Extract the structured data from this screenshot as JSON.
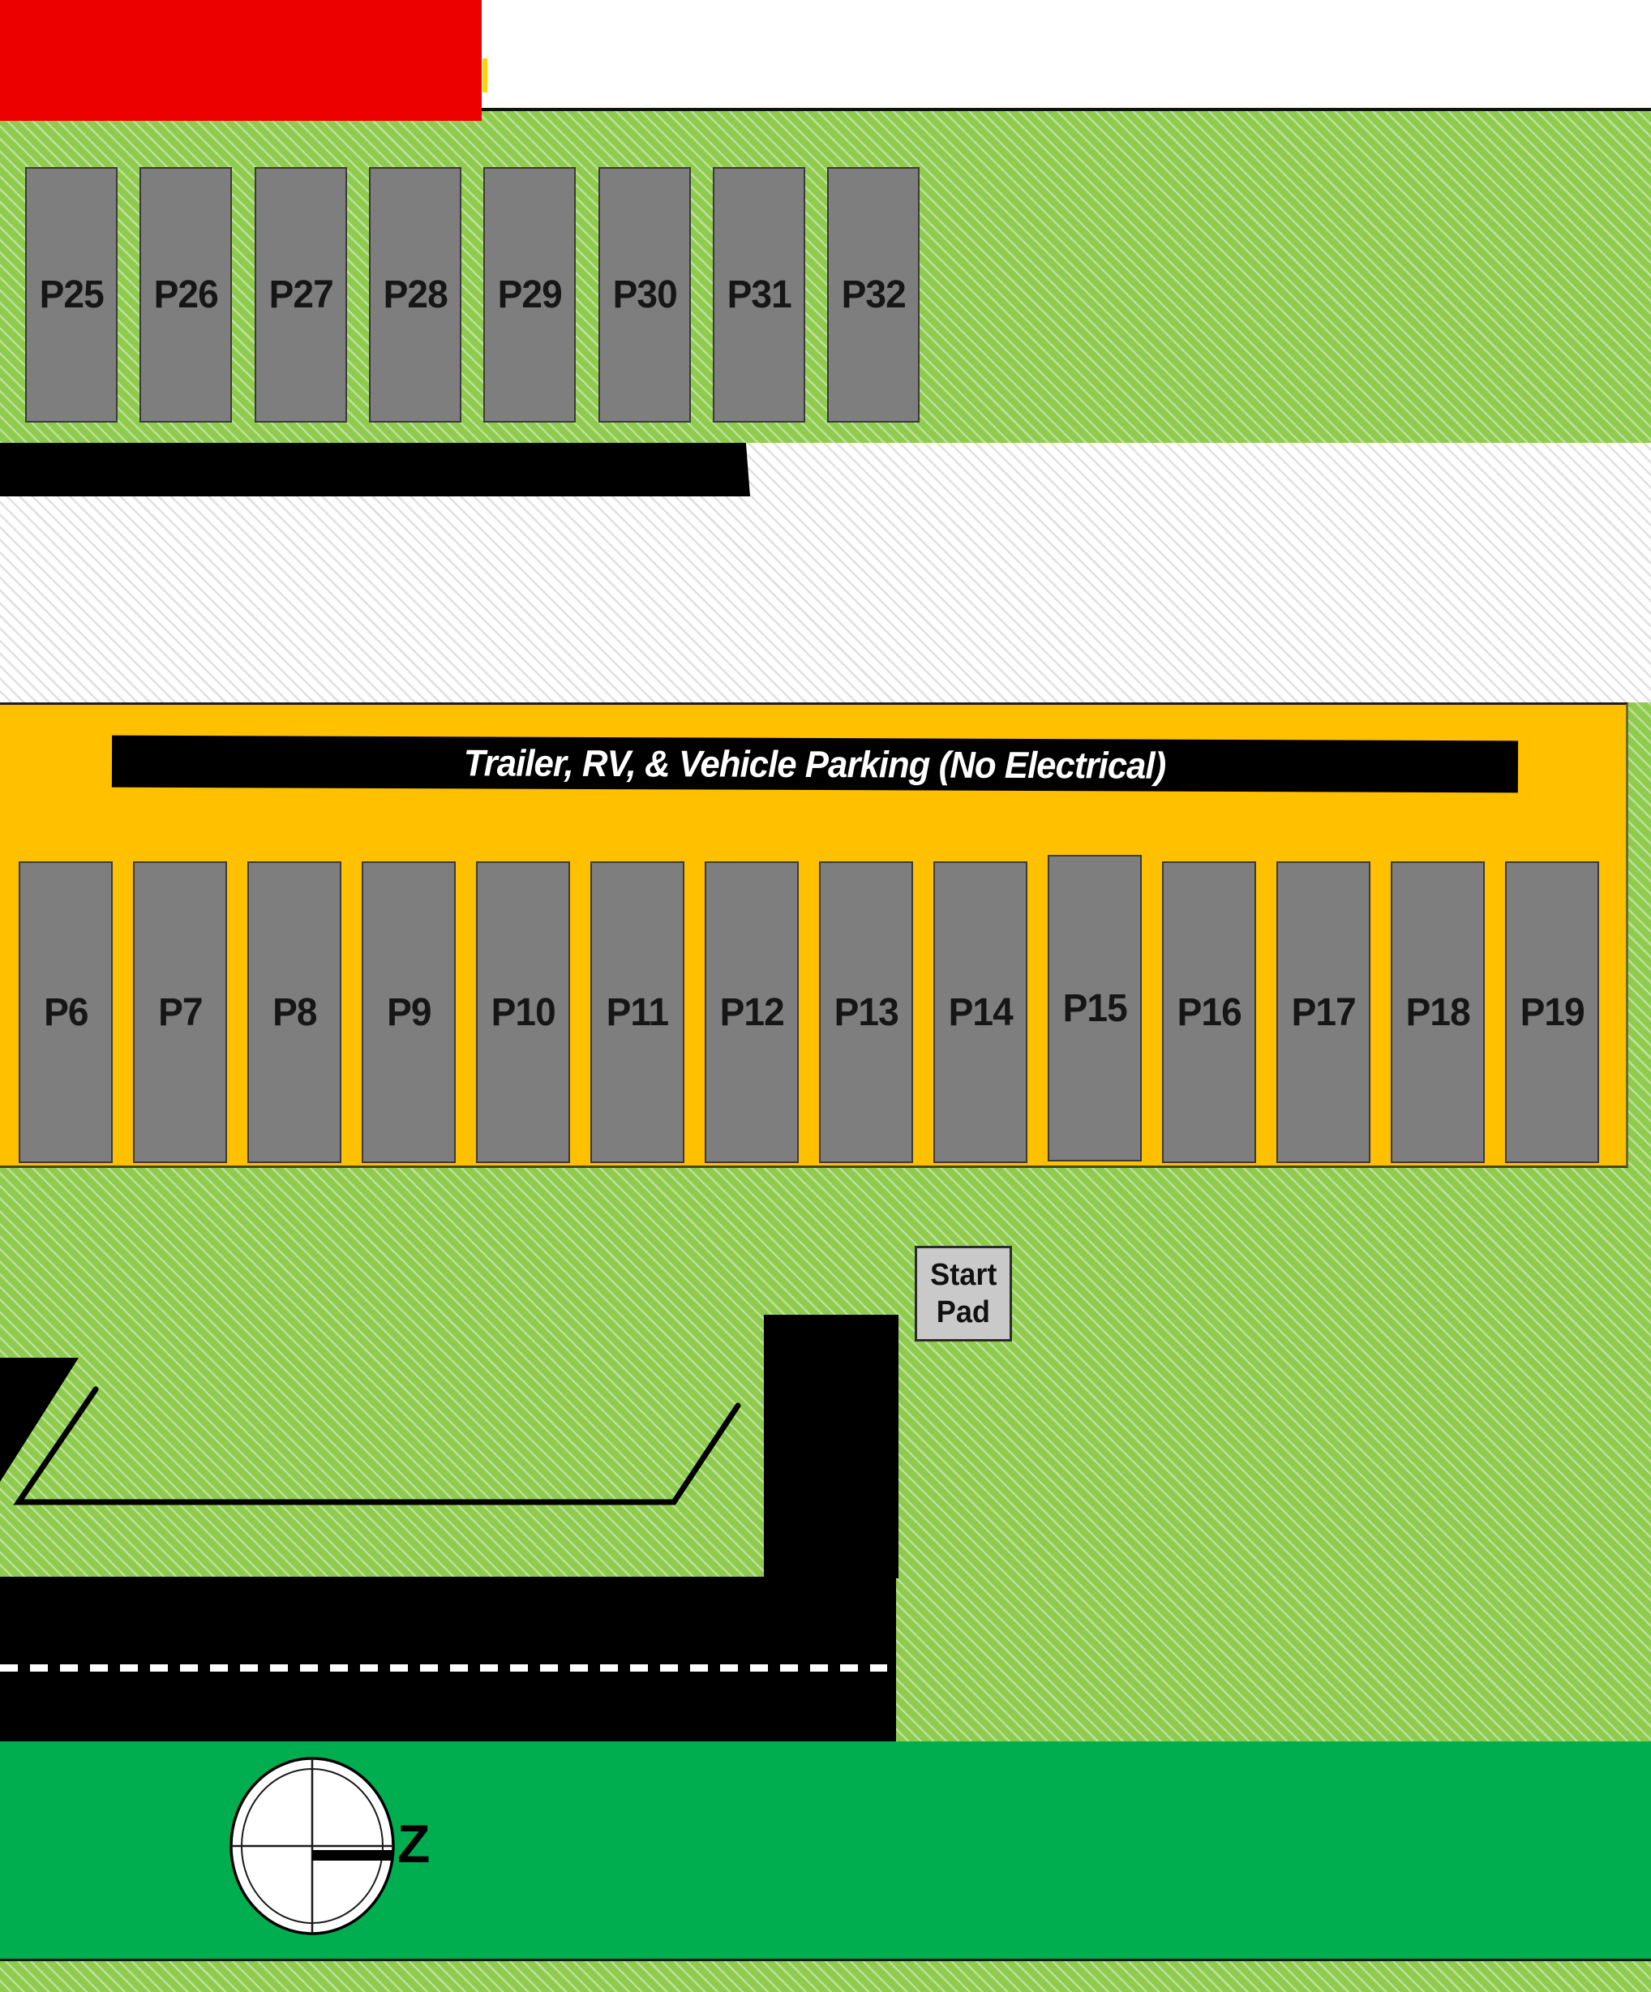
{
  "map": {
    "title_banner": "Trailer, RV, & Vehicle Parking (No Electrical)",
    "start_pad": {
      "line1": "Start",
      "line2": "Pad"
    },
    "compass": {
      "letter": "Z"
    },
    "parking_rows": {
      "upper": {
        "labels": [
          "P25",
          "P26",
          "P27",
          "P28",
          "P29",
          "P30",
          "P31",
          "P32"
        ]
      },
      "lower": {
        "labels": [
          "P6",
          "P7",
          "P8",
          "P9",
          "P10",
          "P11",
          "P12",
          "P13",
          "P14",
          "P15",
          "P16",
          "P17",
          "P18",
          "P19"
        ]
      }
    },
    "colors": {
      "field_green": "#8FCB4E",
      "dark_green": "#00AE4F",
      "orange_zone": "#FFC000",
      "red_block": "#EC0000",
      "stall_gray": "#7E7E7E",
      "pad_gray": "#C9C9C9",
      "road_black": "#000000",
      "banner_text": "#FFFFFF"
    }
  }
}
